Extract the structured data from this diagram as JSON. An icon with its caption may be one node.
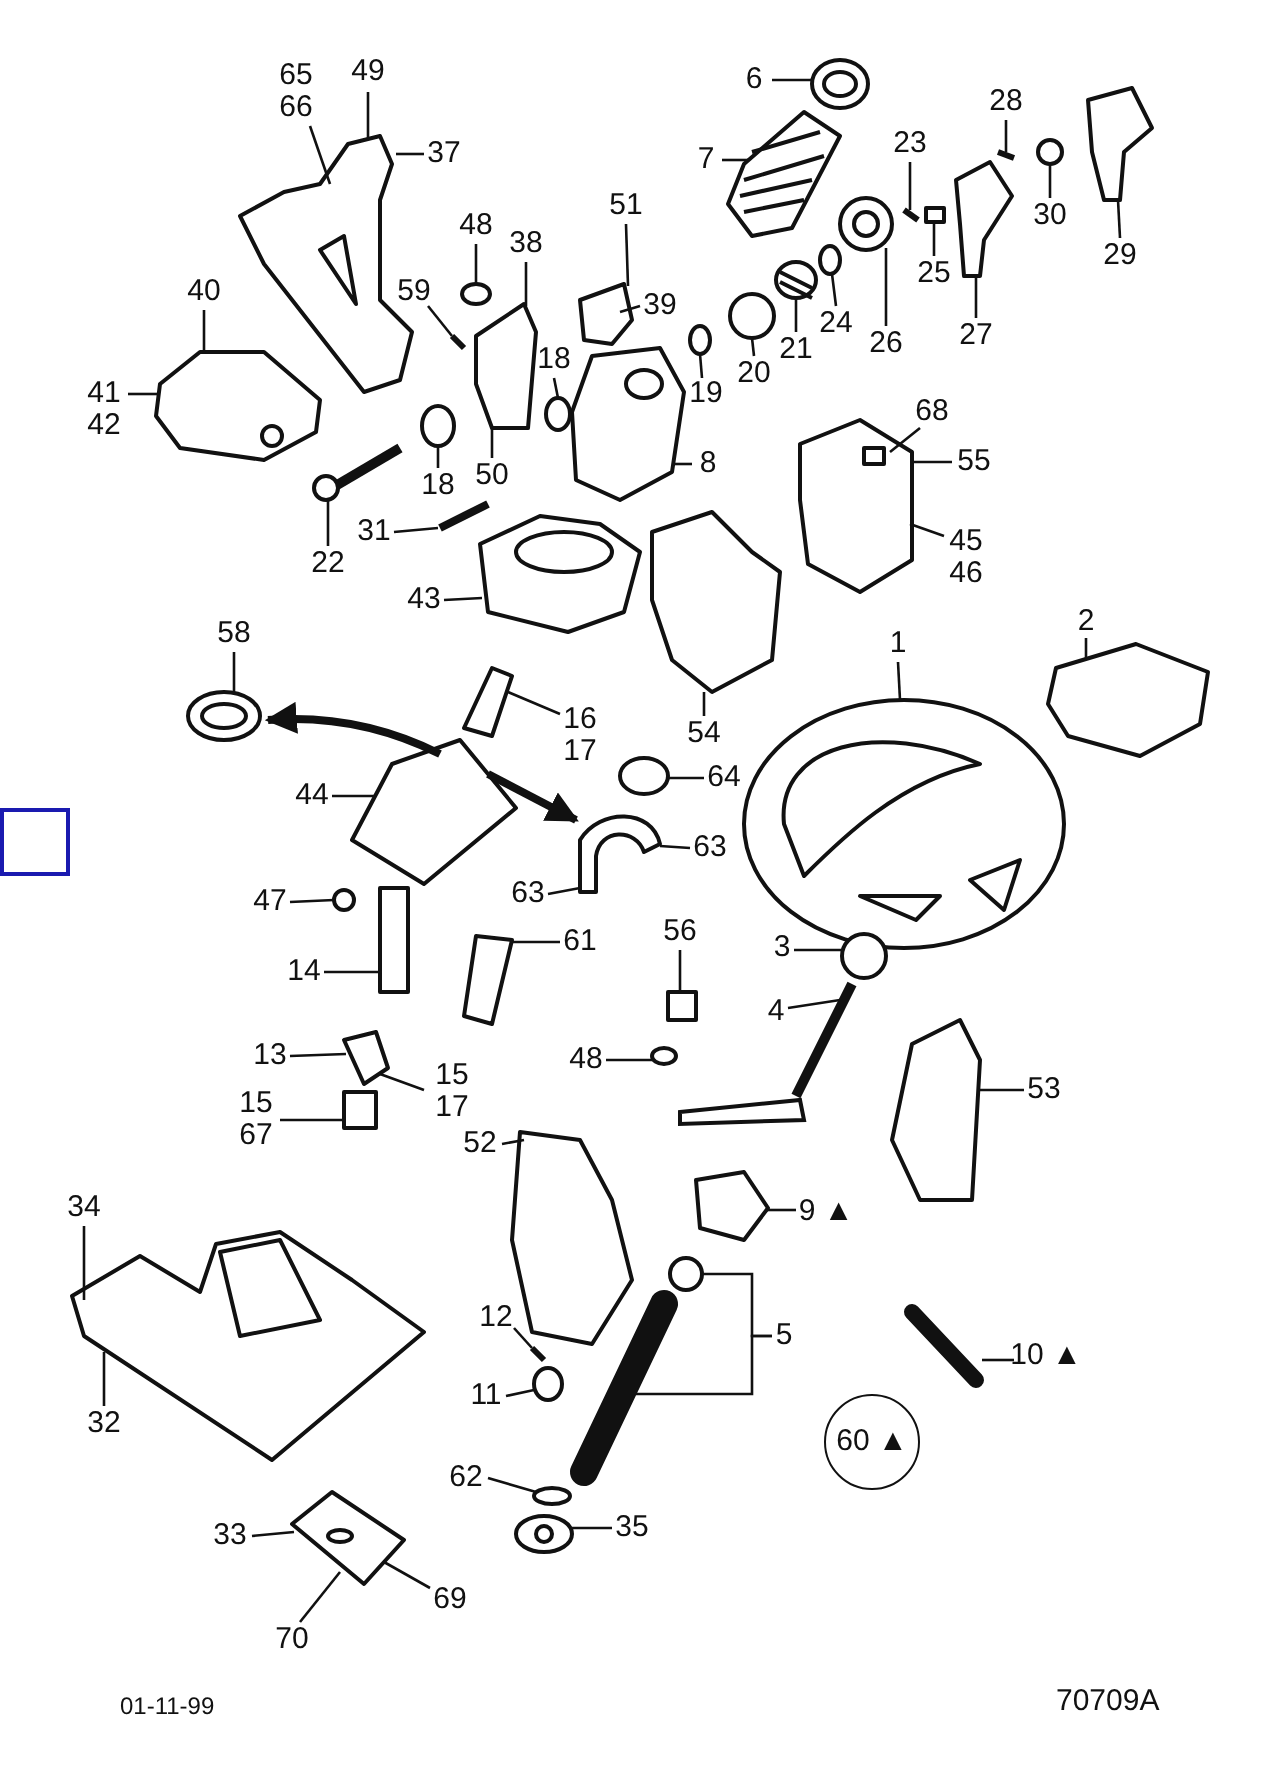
{
  "diagram": {
    "nodes": [
      {
        "text": [
          "6"
        ]
      },
      {
        "text": [
          "65 66"
        ]
      },
      {
        "text": [
          "49"
        ]
      },
      {
        "text": [
          "28"
        ]
      },
      {
        "text": [
          "37"
        ]
      },
      {
        "text": [
          "7"
        ]
      },
      {
        "text": [
          "23"
        ]
      },
      {
        "text": [
          "51"
        ]
      },
      {
        "text": [
          "30"
        ]
      },
      {
        "text": [
          "48"
        ]
      },
      {
        "text": [
          "38"
        ]
      },
      {
        "text": [
          "29"
        ]
      },
      {
        "text": [
          "25"
        ]
      },
      {
        "text": [
          "40"
        ]
      },
      {
        "text": [
          "59"
        ]
      },
      {
        "text": [
          "39"
        ]
      },
      {
        "text": [
          "24"
        ]
      },
      {
        "text": [
          "26"
        ]
      },
      {
        "text": [
          "21"
        ]
      },
      {
        "text": [
          "27"
        ]
      },
      {
        "text": [
          "18"
        ]
      },
      {
        "text": [
          "20"
        ]
      },
      {
        "text": [
          "19"
        ]
      },
      {
        "text": [
          "41 42"
        ]
      },
      {
        "text": [
          "68"
        ]
      },
      {
        "text": [
          "55"
        ]
      },
      {
        "text": [
          "8"
        ]
      },
      {
        "text": [
          "18"
        ]
      },
      {
        "text": [
          "50"
        ]
      },
      {
        "text": [
          "45 46"
        ]
      },
      {
        "text": [
          "31"
        ]
      },
      {
        "text": [
          "22"
        ]
      },
      {
        "text": [
          "43"
        ]
      },
      {
        "text": [
          "58"
        ]
      },
      {
        "text": [
          "2"
        ]
      },
      {
        "text": [
          "1"
        ]
      },
      {
        "text": [
          "16 17"
        ]
      },
      {
        "text": [
          "54"
        ]
      },
      {
        "text": [
          "64"
        ]
      },
      {
        "text": [
          "44"
        ]
      },
      {
        "text": [
          "63"
        ]
      },
      {
        "text": [
          "63"
        ]
      },
      {
        "text": [
          "47"
        ]
      },
      {
        "text": [
          "61"
        ]
      },
      {
        "text": [
          "3"
        ]
      },
      {
        "text": [
          "56"
        ]
      },
      {
        "text": [
          "14"
        ]
      },
      {
        "text": [
          "4"
        ]
      },
      {
        "text": [
          "13"
        ]
      },
      {
        "text": [
          "48"
        ]
      },
      {
        "text": [
          "15 17"
        ]
      },
      {
        "text": [
          "53"
        ]
      },
      {
        "text": [
          "15 67"
        ]
      },
      {
        "text": [
          "52"
        ]
      },
      {
        "text": [
          "9 ▲"
        ]
      },
      {
        "text": [
          "34"
        ]
      },
      {
        "text": [
          "12"
        ]
      },
      {
        "text": [
          "5"
        ]
      },
      {
        "text": [
          "10 ▲"
        ]
      },
      {
        "text": [
          "11"
        ]
      },
      {
        "text": [
          "32"
        ]
      },
      {
        "text": [
          "60 ▲"
        ]
      },
      {
        "text": [
          "62"
        ]
      },
      {
        "text": [
          "35"
        ]
      },
      {
        "text": [
          "33"
        ]
      },
      {
        "text": [
          "69"
        ]
      },
      {
        "text": [
          "70"
        ]
      },
      {
        "text": [],
        "shape": "picture"
      },
      {
        "text": [],
        "shape": "picture"
      },
      {
        "text": [],
        "shape": "picture"
      },
      {
        "text": [],
        "shape": "picture"
      },
      {
        "text": [],
        "shape": "picture"
      },
      {
        "text": [],
        "shape": "picture"
      },
      {
        "text": [],
        "shape": "circle"
      },
      {
        "text": [],
        "shape": "circle"
      },
      {
        "text": [],
        "shape": "picture"
      },
      {
        "text": [],
        "shape": "circle"
      },
      {
        "text": [],
        "shape": "picture"
      },
      {
        "text": [],
        "shape": "box"
      },
      {
        "text": [],
        "shape": "picture"
      },
      {
        "text": [],
        "shape": "picture"
      },
      {
        "text": [],
        "shape": "circle"
      },
      {
        "text": [],
        "shape": "picture"
      },
      {
        "text": [],
        "shape": "circle"
      },
      {
        "text": [],
        "shape": "picture"
      },
      {
        "text": [],
        "shape": "picture"
      },
      {
        "text": [],
        "shape": "circle"
      },
      {
        "text": [],
        "shape": "picture"
      },
      {
        "text": [],
        "shape": "picture"
      },
      {
        "text": [],
        "shape": "picture"
      },
      {
        "text": [],
        "shape": "picture"
      },
      {
        "text": [],
        "shape": "picture"
      },
      {
        "text": [],
        "shape": "picture"
      },
      {
        "text": [],
        "shape": "picture"
      },
      {
        "text": [],
        "shape": "picture"
      },
      {
        "text": [],
        "shape": "picture"
      },
      {
        "text": [],
        "shape": "picture"
      },
      {
        "text": [],
        "shape": "picture"
      },
      {
        "text": [],
        "shape": "box"
      },
      {
        "text": [],
        "shape": "circle"
      },
      {
        "text": [],
        "shape": "picture"
      },
      {
        "text": [],
        "shape": "circle"
      },
      {
        "text": [],
        "shape": "picture"
      },
      {
        "text": [],
        "shape": "box"
      },
      {
        "text": [],
        "shape": "circle"
      },
      {
        "text": [],
        "shape": "picture"
      },
      {
        "text": [],
        "shape": "circle"
      },
      {
        "text": [],
        "shape": "picture"
      },
      {
        "text": [],
        "shape": "picture"
      },
      {
        "text": [],
        "shape": "picture"
      },
      {
        "text": [],
        "shape": "picture"
      },
      {
        "text": [],
        "shape": "box"
      },
      {
        "text": [],
        "shape": "picture"
      },
      {
        "text": [],
        "shape": "circle"
      },
      {
        "text": [],
        "shape": "picture"
      },
      {
        "text": [],
        "shape": "picture"
      },
      {
        "text": [],
        "shape": "circle"
      },
      {
        "text": [],
        "shape": "circle"
      },
      {
        "text": [],
        "shape": "picture"
      },
      {
        "text": [],
        "shape": "picture"
      },
      {
        "text": [],
        "shape": "picture"
      },
      {
        "text": [],
        "shape": "circle"
      }
    ],
    "edges": [
      {
        "from": 0,
        "to": 67,
        "arrow": "none"
      },
      {
        "from": 1,
        "to": 68,
        "arrow": "none"
      },
      {
        "from": 2,
        "to": 68,
        "arrow": "none"
      },
      {
        "from": 3,
        "to": 80,
        "arrow": "none"
      },
      {
        "from": 4,
        "to": 68,
        "arrow": "none"
      },
      {
        "from": 5,
        "to": 69,
        "arrow": "none"
      },
      {
        "from": 6,
        "to": 70,
        "arrow": "none"
      },
      {
        "from": 7,
        "to": 71,
        "arrow": "none"
      },
      {
        "from": 8,
        "to": 81,
        "arrow": "none"
      },
      {
        "from": 9,
        "to": 83,
        "arrow": "none"
      },
      {
        "from": 10,
        "to": 84,
        "arrow": "none"
      },
      {
        "from": 11,
        "to": 82,
        "arrow": "none"
      },
      {
        "from": 12,
        "to": 78,
        "arrow": "none"
      },
      {
        "from": 13,
        "to": 87,
        "arrow": "none"
      },
      {
        "from": 14,
        "to": 85,
        "arrow": "none"
      },
      {
        "from": 15,
        "to": 71,
        "arrow": "none"
      },
      {
        "from": 16,
        "to": 76,
        "arrow": "none"
      },
      {
        "from": 17,
        "to": 77,
        "arrow": "none"
      },
      {
        "from": 18,
        "to": 75,
        "arrow": "none"
      },
      {
        "from": 19,
        "to": 79,
        "arrow": "none"
      },
      {
        "from": 20,
        "to": 73,
        "arrow": "none"
      },
      {
        "from": 21,
        "to": 74,
        "arrow": "none"
      },
      {
        "from": 22,
        "to": 121,
        "arrow": "none"
      },
      {
        "from": 23,
        "to": 87,
        "arrow": "none"
      },
      {
        "from": 24,
        "to": 91,
        "arrow": "none"
      },
      {
        "from": 25,
        "to": 91,
        "arrow": "none"
      },
      {
        "from": 26,
        "to": 72,
        "arrow": "none"
      },
      {
        "from": 27,
        "to": 86,
        "arrow": "none"
      },
      {
        "from": 28,
        "to": 84,
        "arrow": "none"
      },
      {
        "from": 29,
        "to": 91,
        "arrow": "none"
      },
      {
        "from": 30,
        "to": 89,
        "arrow": "none"
      },
      {
        "from": 31,
        "to": 88,
        "arrow": "none"
      },
      {
        "from": 32,
        "to": 90,
        "arrow": "none"
      },
      {
        "from": 33,
        "to": 93,
        "arrow": "none"
      },
      {
        "from": 34,
        "to": 94,
        "arrow": "none"
      },
      {
        "from": 35,
        "to": 95,
        "arrow": "none"
      },
      {
        "from": 36,
        "to": 96,
        "arrow": "none"
      },
      {
        "from": 37,
        "to": 92,
        "arrow": "none"
      },
      {
        "from": 38,
        "to": 101,
        "arrow": "none"
      },
      {
        "from": 39,
        "to": 97,
        "arrow": "none"
      },
      {
        "from": 40,
        "to": 102,
        "arrow": "none"
      },
      {
        "from": 41,
        "to": 102,
        "arrow": "none"
      },
      {
        "from": 42,
        "to": 99,
        "arrow": "none"
      },
      {
        "from": 43,
        "to": 100,
        "arrow": "none"
      },
      {
        "from": 44,
        "to": 104,
        "arrow": "none"
      },
      {
        "from": 45,
        "to": 103,
        "arrow": "none"
      },
      {
        "from": 46,
        "to": 98,
        "arrow": "none"
      },
      {
        "from": 47,
        "to": 105,
        "arrow": "none"
      },
      {
        "from": 48,
        "to": 110,
        "arrow": "none"
      },
      {
        "from": 49,
        "to": 106,
        "arrow": "none"
      },
      {
        "from": 50,
        "to": 110,
        "arrow": "none"
      },
      {
        "from": 51,
        "to": 107,
        "arrow": "none"
      },
      {
        "from": 52,
        "to": 111,
        "arrow": "none"
      },
      {
        "from": 53,
        "to": 109,
        "arrow": "none"
      },
      {
        "from": 54,
        "to": 108,
        "arrow": "none"
      },
      {
        "from": 55,
        "to": 112,
        "arrow": "none"
      },
      {
        "from": 56,
        "to": 114,
        "arrow": "none"
      },
      {
        "from": 57,
        "to": 116,
        "arrow": "none"
      },
      {
        "from": 57,
        "to": 115,
        "arrow": "none"
      },
      {
        "from": 58,
        "to": 119,
        "arrow": "none"
      },
      {
        "from": 59,
        "to": 113,
        "arrow": "none"
      },
      {
        "from": 60,
        "to": 112,
        "arrow": "none"
      },
      {
        "from": 62,
        "to": 117,
        "arrow": "none"
      },
      {
        "from": 63,
        "to": 118,
        "arrow": "none"
      },
      {
        "from": 64,
        "to": 120,
        "arrow": "none"
      },
      {
        "from": 65,
        "to": 120,
        "arrow": "none"
      },
      {
        "from": 66,
        "to": 120,
        "arrow": "none"
      },
      {
        "from": 97,
        "to": 93,
        "arrow": "to",
        "style": "thick"
      },
      {
        "from": 97,
        "to": 102,
        "arrow": "to",
        "style": "thick"
      }
    ],
    "labels": [
      "01-11-99",
      "70709A"
    ]
  }
}
